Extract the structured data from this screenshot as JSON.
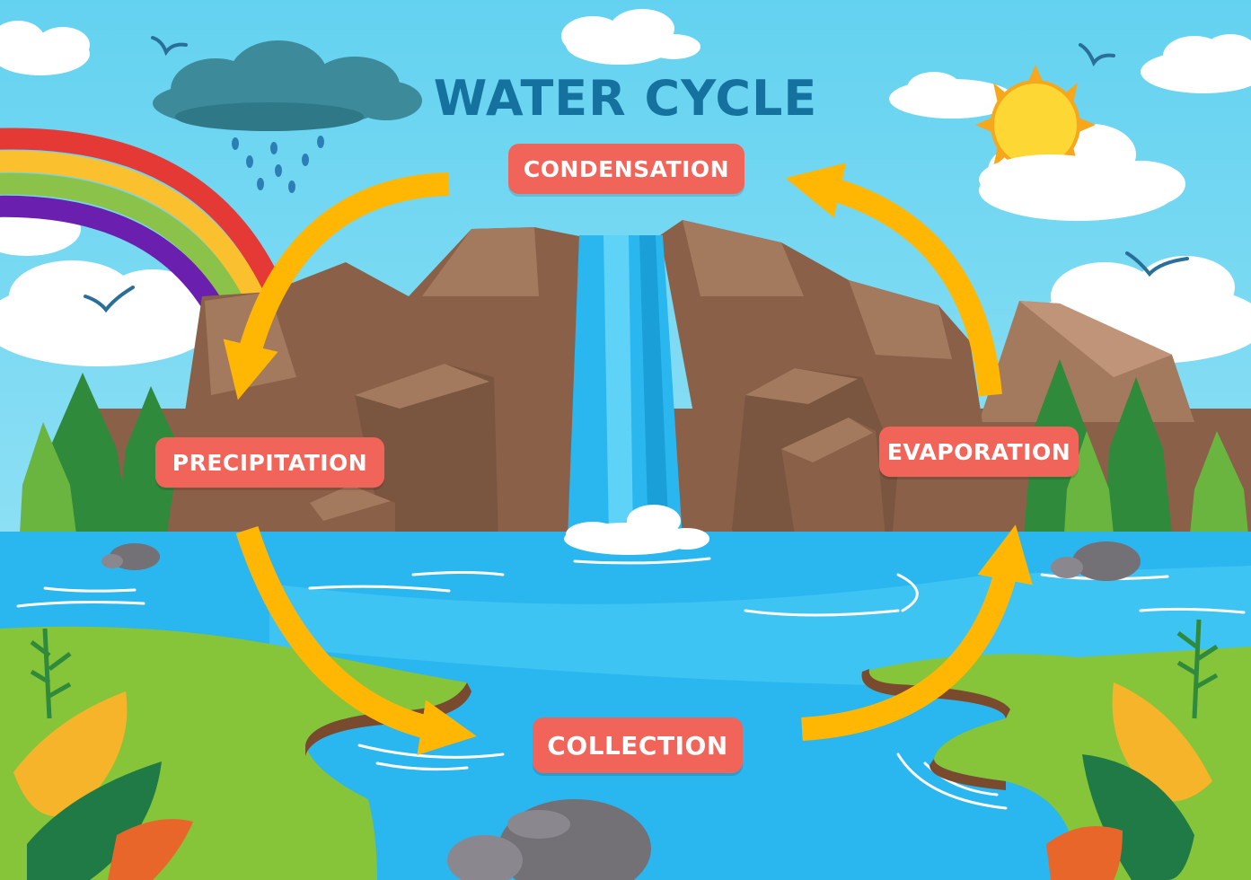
{
  "title": "WATER CYCLE",
  "stages": {
    "condensation": "CONDENSATION",
    "precipitation": "PRECIPITATION",
    "evaporation": "EVAPORATION",
    "collection": "COLLECTION"
  },
  "colors": {
    "title": "#15719e",
    "label_bg": "#f0645a",
    "arrow": "#ffb703",
    "sky": "#6fd6f2",
    "water": "#2ab6ee",
    "grass": "#86c43a",
    "rock": "#8a6048"
  },
  "icons": [
    "sun-icon",
    "rain-cloud-icon",
    "rainbow-icon",
    "bird-icon",
    "waterfall-icon",
    "tree-icon",
    "leaf-icon",
    "rock-icon"
  ]
}
